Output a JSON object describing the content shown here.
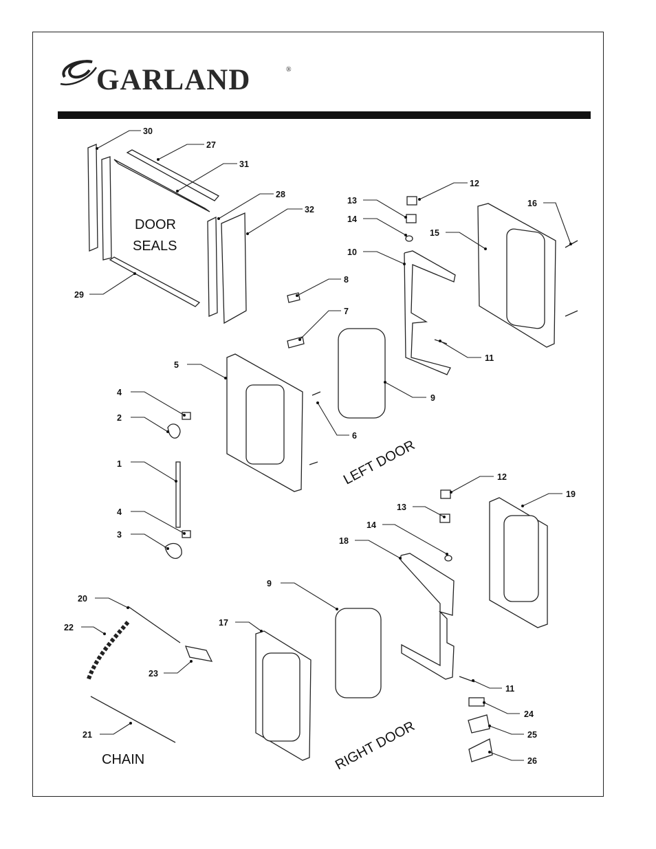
{
  "brand": {
    "name": "GARLAND",
    "registered": "®"
  },
  "sections": {
    "door_seals_line1": "DOOR",
    "door_seals_line2": "SEALS",
    "left_door": "LEFT DOOR",
    "right_door": "RIGHT DOOR",
    "chain": "CHAIN"
  },
  "callouts": [
    "30",
    "27",
    "31",
    "28",
    "32",
    "29",
    "12",
    "13",
    "14",
    "10",
    "15",
    "16",
    "8",
    "7",
    "11",
    "5",
    "9",
    "4",
    "2",
    "6",
    "1",
    "4",
    "3",
    "12",
    "19",
    "13",
    "14",
    "18",
    "9",
    "20",
    "22",
    "17",
    "23",
    "11",
    "24",
    "21",
    "25",
    "26"
  ]
}
